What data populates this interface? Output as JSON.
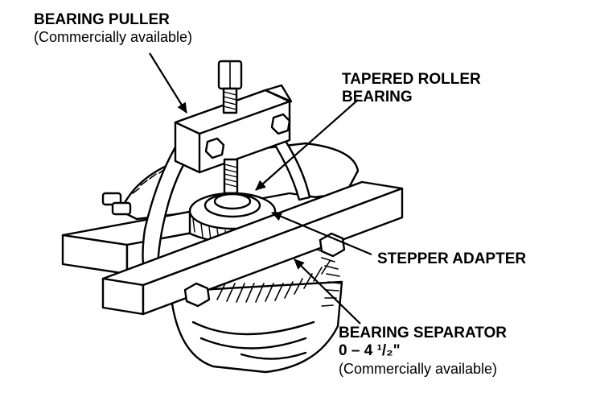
{
  "labels": {
    "bearing_puller": {
      "title": "BEARING PULLER",
      "note": "(Commercially available)"
    },
    "tapered_roller_bearing": {
      "line1": "TAPERED ROLLER",
      "line2": "BEARING"
    },
    "stepper_adapter": {
      "title": "STEPPER ADAPTER"
    },
    "bearing_separator": {
      "title": "BEARING SEPARATOR",
      "size": "0 – 4 ¹/₂\"",
      "note": "(Commercially available)"
    }
  },
  "colors": {
    "ink": "#000000",
    "paper": "#ffffff"
  }
}
